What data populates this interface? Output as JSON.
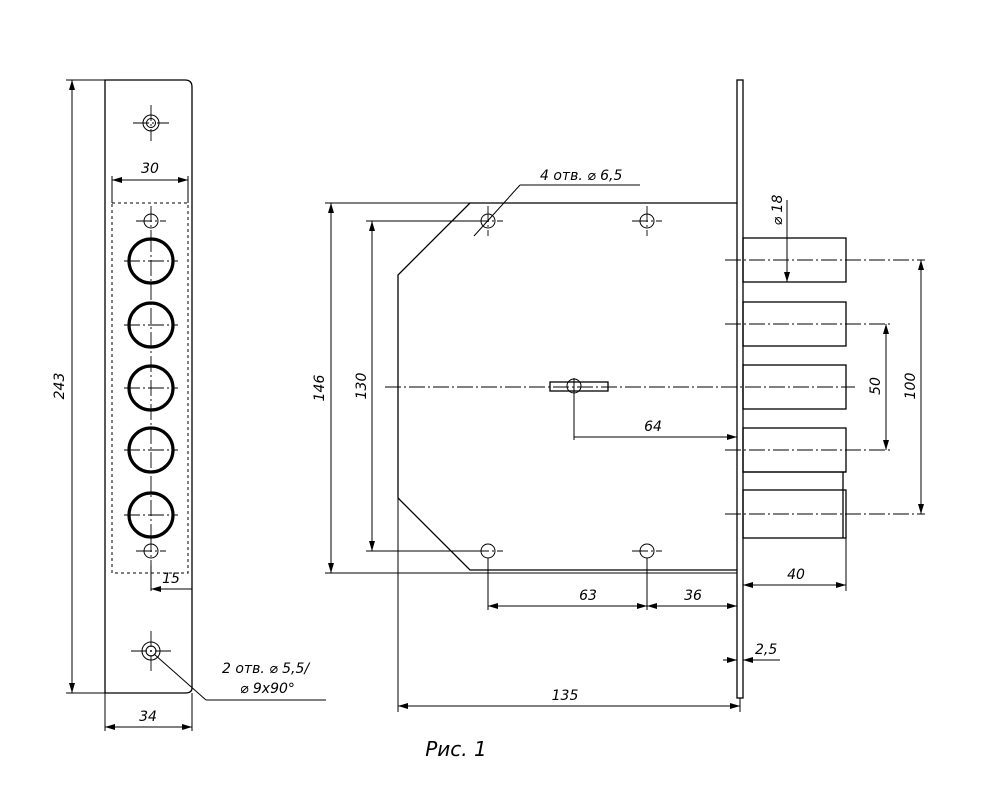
{
  "strike_plate": {
    "height": "243",
    "width": "34",
    "hole_span": "30",
    "offset": "15",
    "hole_note_line1": "2 отв. ⌀ 5,5/",
    "hole_note_line2": "⌀ 9х90°"
  },
  "lock_body": {
    "mount_holes_note": "4 отв. ⌀ 6,5",
    "bolt_diameter": "⌀ 18",
    "height_outer": "146",
    "height_inner": "130",
    "key_to_front": "64",
    "bolt_pitch": "50",
    "bolt_span": "100",
    "bolt_projection": "40",
    "hole_spacing": "63",
    "hole_to_front": "36",
    "faceplate_thickness": "2,5",
    "body_depth": "135"
  },
  "caption": "Рис. 1"
}
